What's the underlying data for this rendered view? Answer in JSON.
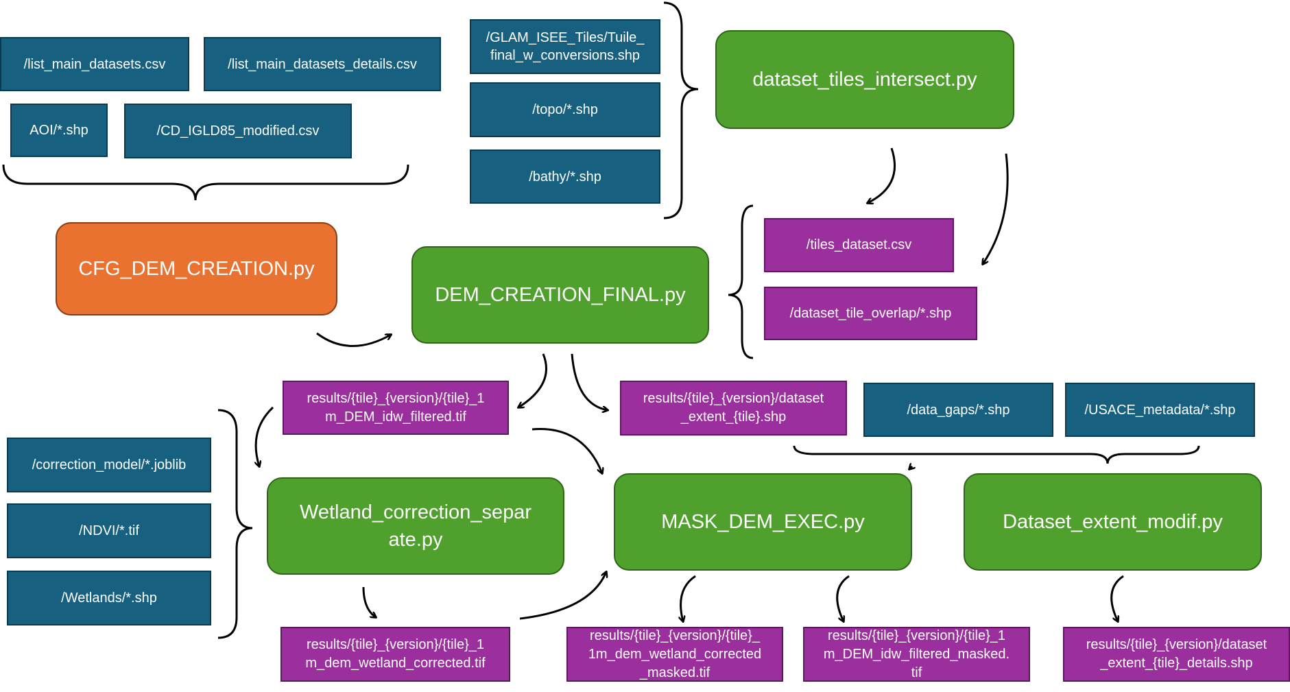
{
  "colors": {
    "input": "#17607f",
    "output": "#9b2f9d",
    "process": "#4fa02c",
    "config": "#ea7231"
  },
  "inputs": {
    "list_main": "/list_main_datasets.csv",
    "list_details": "/list_main_datasets_details.csv",
    "aoi": "AOI/*.shp",
    "cd_igld": "/CD_IGLD85_modified.csv",
    "glam_tiles": "/GLAM_ISEE_Tiles/Tuile_\nfinal_w_conversions.shp",
    "topo": "/topo/*.shp",
    "bathy": "/bathy/*.shp",
    "data_gaps": "/data_gaps/*.shp",
    "usace": "/USACE_metadata/*.shp",
    "correction_model": "/correction_model/*.joblib",
    "ndvi": "/NDVI/*.tif",
    "wetlands": "/Wetlands/*.shp"
  },
  "processes": {
    "cfg": "CFG_DEM_CREATION.py",
    "intersect": "dataset_tiles_intersect.py",
    "dem_final": "DEM_CREATION_FINAL.py",
    "wetland": "Wetland_correction_separ\nate.py",
    "mask": "MASK_DEM_EXEC.py",
    "extent_modif": "Dataset_extent_modif.py"
  },
  "outputs": {
    "tiles_dataset": "/tiles_dataset.csv",
    "tile_overlap": "/dataset_tile_overlap/*.shp",
    "idw_filtered": "results/{tile}_{version}/{tile}_1\nm_DEM_idw_filtered.tif",
    "dataset_extent": "results/{tile}_{version}/dataset\n_extent_{tile}.shp",
    "wetland_corrected": "results/{tile}_{version}/{tile}_1\nm_dem_wetland_corrected.tif",
    "wetland_masked": "results/{tile}_{version}/{tile}_\n1m_dem_wetland_corrected\n_masked.tif",
    "idw_masked": "results/{tile}_{version}/{tile}_1\nm_DEM_idw_filtered_masked.\ntif",
    "extent_details": "results/{tile}_{version}/dataset\n_extent_{tile}_details.shp"
  }
}
